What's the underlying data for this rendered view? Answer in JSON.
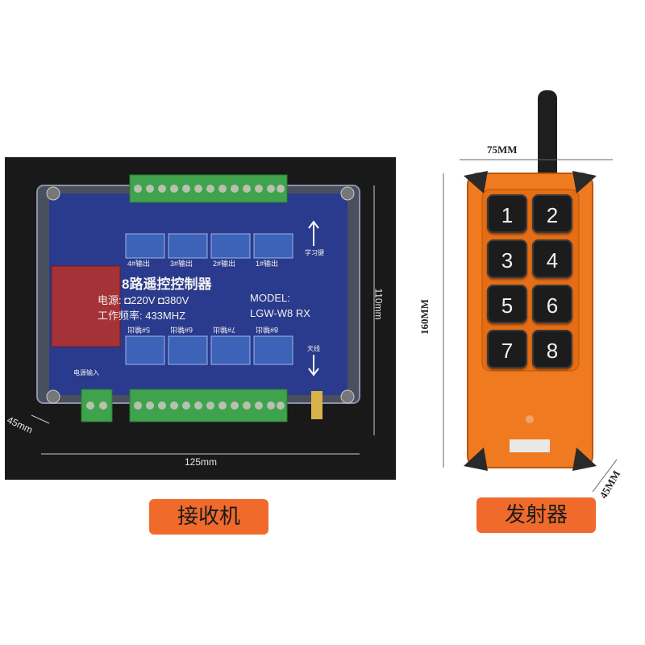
{
  "receiver": {
    "caption": "接收机",
    "title": "8路遥控控制器",
    "power_line": "电源: ◘220V  ◘380V",
    "model_label": "MODEL:",
    "frequency_line": "工作频率: 433MHZ",
    "model_value": "LGW-W8 RX",
    "relay_outputs": [
      "4#输出",
      "3#输出",
      "2#输出",
      "1#输出"
    ],
    "relay_outputs_bottom": [
      "5#输出",
      "6#输出",
      "7#输出",
      "8#输出"
    ],
    "power_input_label": "电源输入",
    "learn_label": "学习键",
    "antenna_label": "天线",
    "dim_width": "125mm",
    "dim_height": "110mm",
    "dim_depth": "45mm"
  },
  "transmitter": {
    "caption": "发射器",
    "keys": [
      "1",
      "2",
      "3",
      "4",
      "5",
      "6",
      "7",
      "8"
    ],
    "dim_width": "75MM",
    "dim_height": "160MM",
    "dim_depth": "45MM"
  },
  "colors": {
    "accent": "#f06a2c",
    "housing": "#f07a1f",
    "pcb": "#2a3a8c",
    "terminal": "#3fa34d",
    "relay": "#3c63b8",
    "transformer": "#a53236"
  }
}
